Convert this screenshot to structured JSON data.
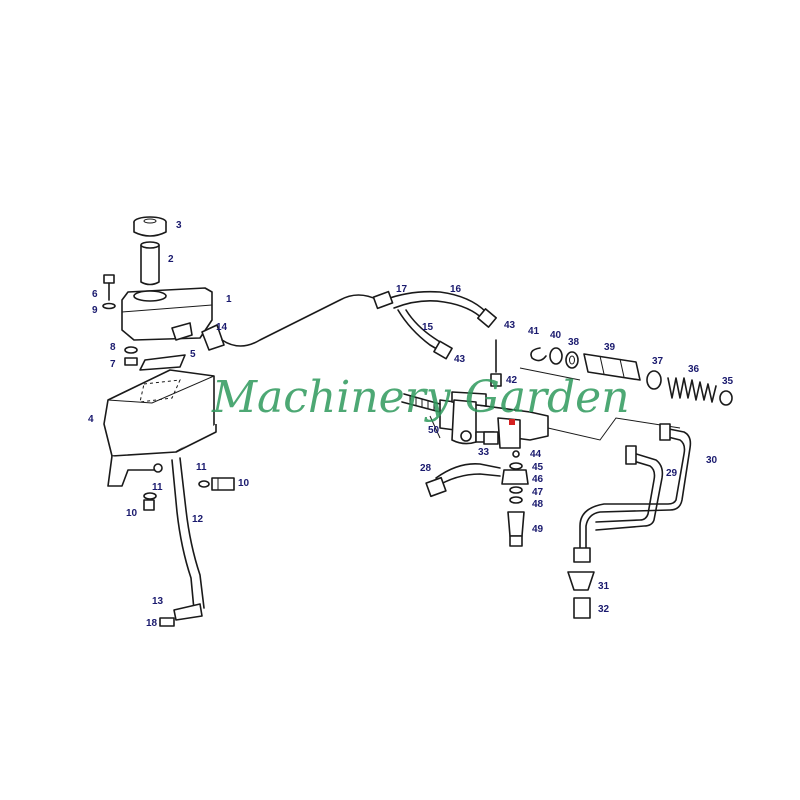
{
  "watermark": "Machinery Garden",
  "accent_color": "#2e9a5c",
  "marker_color": "#d42020",
  "callouts": [
    {
      "id": "3",
      "text": "3"
    },
    {
      "id": "2",
      "text": "2"
    },
    {
      "id": "6",
      "text": "6"
    },
    {
      "id": "9",
      "text": "9"
    },
    {
      "id": "1",
      "text": "1"
    },
    {
      "id": "14",
      "text": "14"
    },
    {
      "id": "8",
      "text": "8"
    },
    {
      "id": "5",
      "text": "5"
    },
    {
      "id": "7",
      "text": "7"
    },
    {
      "id": "4",
      "text": "4"
    },
    {
      "id": "11a",
      "text": "11"
    },
    {
      "id": "10a",
      "text": "10"
    },
    {
      "id": "11b",
      "text": "11"
    },
    {
      "id": "10b",
      "text": "10"
    },
    {
      "id": "12",
      "text": "12"
    },
    {
      "id": "13",
      "text": "13"
    },
    {
      "id": "18",
      "text": "18"
    },
    {
      "id": "17",
      "text": "17"
    },
    {
      "id": "16",
      "text": "16"
    },
    {
      "id": "15",
      "text": "15"
    },
    {
      "id": "43a",
      "text": "43"
    },
    {
      "id": "43b",
      "text": "43"
    },
    {
      "id": "42",
      "text": "42"
    },
    {
      "id": "41",
      "text": "41"
    },
    {
      "id": "40",
      "text": "40"
    },
    {
      "id": "38",
      "text": "38"
    },
    {
      "id": "39",
      "text": "39"
    },
    {
      "id": "37",
      "text": "37"
    },
    {
      "id": "36",
      "text": "36"
    },
    {
      "id": "35",
      "text": "35"
    },
    {
      "id": "50",
      "text": "50"
    },
    {
      "id": "33",
      "text": "33"
    },
    {
      "id": "28",
      "text": "28"
    },
    {
      "id": "44",
      "text": "44"
    },
    {
      "id": "45",
      "text": "45"
    },
    {
      "id": "46",
      "text": "46"
    },
    {
      "id": "47",
      "text": "47"
    },
    {
      "id": "48",
      "text": "48"
    },
    {
      "id": "49",
      "text": "49"
    },
    {
      "id": "29",
      "text": "29"
    },
    {
      "id": "30",
      "text": "30"
    },
    {
      "id": "31",
      "text": "31"
    },
    {
      "id": "32",
      "text": "32"
    }
  ]
}
